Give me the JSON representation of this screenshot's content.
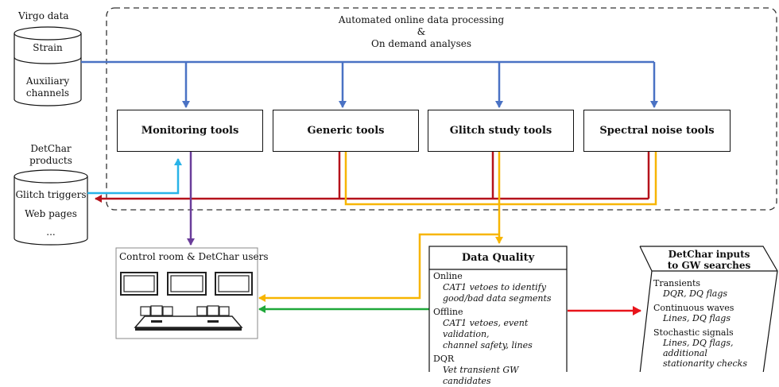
{
  "colors": {
    "blue": "#4a72c4",
    "cyan": "#29b3e8",
    "red": "#b5121b",
    "yellow": "#f7b500",
    "purple": "#6a3d9a",
    "green": "#1fa83a",
    "bright_red": "#e8141b",
    "dashed_border": "#333333"
  },
  "processing": {
    "line1": "Automated online data processing",
    "line2": "&",
    "line3": "On demand analyses"
  },
  "virgo": {
    "title": "Virgo data",
    "strain": "Strain",
    "aux_line1": "Auxiliary",
    "aux_line2": "channels"
  },
  "detchar": {
    "title_line1": "DetChar",
    "title_line2": "products",
    "glitch": "Glitch triggers",
    "web": "Web pages",
    "more": "..."
  },
  "tools": {
    "monitoring": "Monitoring tools",
    "generic": "Generic tools",
    "glitch": "Glitch study tools",
    "spectral": "Spectral noise tools"
  },
  "control_room": {
    "title": "Control room & DetChar users"
  },
  "data_quality": {
    "title": "Data Quality",
    "online": "Online",
    "online_desc1": "CAT1 vetoes to identify",
    "online_desc2": "good/bad data segments",
    "offline": "Offline",
    "offline_desc1": "CAT1 vetoes, event validation,",
    "offline_desc2": "channel safety, lines",
    "dqr": "DQR",
    "dqr_desc": "Vet transient GW candidates"
  },
  "inputs": {
    "title_line1": "DetChar inputs",
    "title_line2": "to GW searches",
    "transients": "Transients",
    "transients_desc": "DQR, DQ flags",
    "cw": "Continuous waves",
    "cw_desc": "Lines, DQ flags",
    "stochastic": "Stochastic signals",
    "stochastic_desc1": "Lines, DQ flags, additional",
    "stochastic_desc2": "stationarity checks"
  }
}
